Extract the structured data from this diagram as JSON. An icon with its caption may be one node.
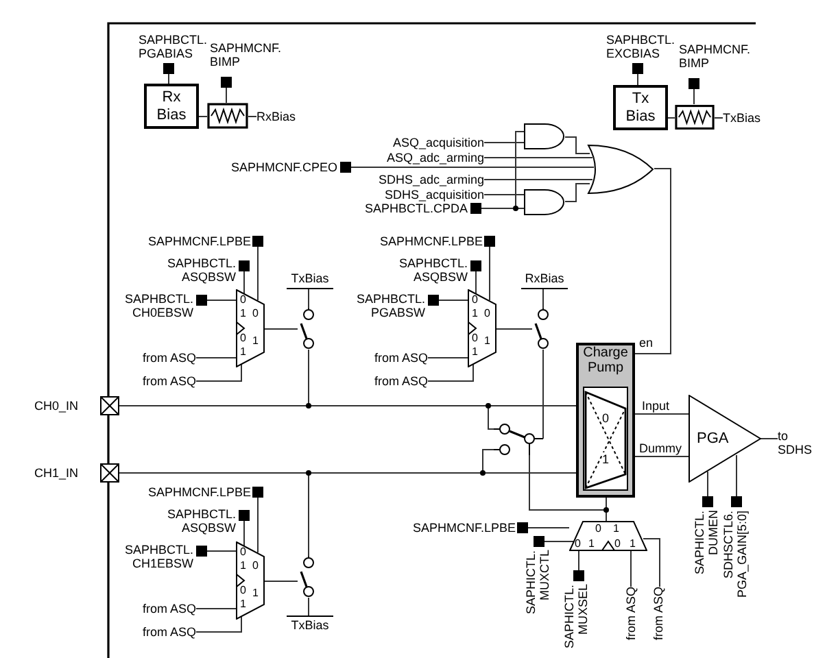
{
  "diagram": {
    "nodes": [
      {
        "text": [
          "Rx Bias"
        ]
      },
      {
        "text": [],
        "shape": "resistor"
      },
      {
        "text": [
          "SAPHBCTL. PGABIAS"
        ]
      },
      {
        "text": [
          "SAPHMCNF. BIMP"
        ]
      },
      {
        "text": [
          "RxBias"
        ]
      },
      {
        "text": [
          "Tx Bias"
        ]
      },
      {
        "text": [],
        "shape": "resistor"
      },
      {
        "text": [
          "SAPHBCTL. EXCBIAS"
        ]
      },
      {
        "text": [
          "SAPHMCNF. BIMP"
        ]
      },
      {
        "text": [
          "TxBias"
        ]
      },
      {
        "text": [],
        "shape": "gate"
      },
      {
        "text": [],
        "shape": "gate"
      },
      {
        "text": [],
        "shape": "gate"
      },
      {
        "text": [
          "ASQ_acquisition"
        ]
      },
      {
        "text": [
          "ASQ_adc_arming"
        ]
      },
      {
        "text": [
          "SAPHMCNF.CPEO"
        ]
      },
      {
        "text": [
          "SDHS_adc_arming"
        ]
      },
      {
        "text": [
          "SDHS_acquisition"
        ]
      },
      {
        "text": [
          "SAPHBCTL.CPDA"
        ]
      },
      {
        "text": [
          "SAPHMCNF.LPBE"
        ]
      },
      {
        "text": [
          "SAPHBCTL. ASQBSW"
        ]
      },
      {
        "text": [
          "SAPHBCTL. CH0EBSW"
        ]
      },
      {
        "text": [
          "0",
          "1",
          "0",
          "1",
          "0",
          "1"
        ]
      },
      {
        "text": [
          "from ASQ"
        ]
      },
      {
        "text": [
          "from ASQ"
        ]
      },
      {
        "text": [
          "TxBias"
        ]
      },
      {
        "text": [],
        "shape": "switch"
      },
      {
        "text": [
          "SAPHMCNF.LPBE"
        ]
      },
      {
        "text": [
          "SAPHBCTL. ASQBSW"
        ]
      },
      {
        "text": [
          "SAPHBCTL. PGABSW"
        ]
      },
      {
        "text": [
          "0",
          "1",
          "0",
          "1",
          "0",
          "1"
        ]
      },
      {
        "text": [
          "from ASQ"
        ]
      },
      {
        "text": [
          "from ASQ"
        ]
      },
      {
        "text": [
          "RxBias"
        ]
      },
      {
        "text": [],
        "shape": "switch"
      },
      {
        "text": [
          "CH0_IN"
        ]
      },
      {
        "text": [
          "CH1_IN"
        ]
      },
      {
        "text": [],
        "shape": "switch"
      },
      {
        "text": [
          "Charge Pump",
          "0",
          "1"
        ]
      },
      {
        "text": [
          "PGA"
        ]
      },
      {
        "text": [
          "to SDHS"
        ]
      },
      {
        "text": [
          "SAPHICTL. DUMEN"
        ]
      },
      {
        "text": [
          "SDHSCTL6. PGA_GAIN[5:0]"
        ]
      },
      {
        "text": [
          "0",
          "1",
          "0",
          "1",
          "0",
          "1"
        ]
      },
      {
        "text": [
          "SAPHMCNF.LPBE"
        ]
      },
      {
        "text": [
          "SAPHICTL. MUXCTL"
        ]
      },
      {
        "text": [
          "SAPHICTL. MUXSEL"
        ]
      },
      {
        "text": [
          "from ASQ"
        ]
      },
      {
        "text": [
          "from ASQ"
        ]
      },
      {
        "text": [
          "SAPHMCNF.LPBE"
        ]
      },
      {
        "text": [
          "SAPHBCTL. ASQBSW"
        ]
      },
      {
        "text": [
          "SAPHBCTL. CH1EBSW"
        ]
      },
      {
        "text": [
          "0",
          "1",
          "0",
          "1",
          "0",
          "1"
        ]
      },
      {
        "text": [
          "from ASQ"
        ]
      },
      {
        "text": [
          "from ASQ"
        ]
      },
      {
        "text": [],
        "shape": "switch"
      },
      {
        "text": [
          "TxBias"
        ]
      }
    ],
    "edges": [
      {
        "from": 2,
        "to": 0,
        "arrow": "none"
      },
      {
        "from": 3,
        "to": 1,
        "arrow": "none"
      },
      {
        "from": 0,
        "to": 1,
        "arrow": "none"
      },
      {
        "from": 1,
        "to": 4,
        "arrow": "none"
      },
      {
        "from": 7,
        "to": 5,
        "arrow": "none"
      },
      {
        "from": 8,
        "to": 6,
        "arrow": "none"
      },
      {
        "from": 5,
        "to": 6,
        "arrow": "none"
      },
      {
        "from": 6,
        "to": 9,
        "arrow": "none"
      },
      {
        "from": 13,
        "to": 10,
        "arrow": "none"
      },
      {
        "from": 18,
        "to": 10,
        "arrow": "none"
      },
      {
        "from": 14,
        "to": 12,
        "arrow": "none"
      },
      {
        "from": 15,
        "to": 12,
        "arrow": "none"
      },
      {
        "from": 16,
        "to": 12,
        "arrow": "none"
      },
      {
        "from": 17,
        "to": 11,
        "arrow": "none"
      },
      {
        "from": 18,
        "to": 11,
        "arrow": "none"
      },
      {
        "from": 10,
        "to": 12,
        "arrow": "none"
      },
      {
        "from": 11,
        "to": 12,
        "arrow": "none"
      },
      {
        "from": 12,
        "to": 38,
        "arrow": "none",
        "label": "en"
      },
      {
        "from": 19,
        "to": 22,
        "arrow": "none"
      },
      {
        "from": 20,
        "to": 22,
        "arrow": "none"
      },
      {
        "from": 21,
        "to": 22,
        "arrow": "none"
      },
      {
        "from": 23,
        "to": 22,
        "arrow": "none"
      },
      {
        "from": 24,
        "to": 22,
        "arrow": "none"
      },
      {
        "from": 22,
        "to": 26,
        "arrow": "none"
      },
      {
        "from": 25,
        "to": 26,
        "arrow": "none"
      },
      {
        "from": 35,
        "to": 26,
        "arrow": "none"
      },
      {
        "from": 27,
        "to": 30,
        "arrow": "none"
      },
      {
        "from": 28,
        "to": 30,
        "arrow": "none"
      },
      {
        "from": 29,
        "to": 30,
        "arrow": "none"
      },
      {
        "from": 31,
        "to": 30,
        "arrow": "none"
      },
      {
        "from": 32,
        "to": 30,
        "arrow": "none"
      },
      {
        "from": 30,
        "to": 34,
        "arrow": "none"
      },
      {
        "from": 33,
        "to": 34,
        "arrow": "none"
      },
      {
        "from": 34,
        "to": 37,
        "arrow": "none"
      },
      {
        "from": 35,
        "to": 37,
        "arrow": "none"
      },
      {
        "from": 35,
        "to": 38,
        "arrow": "none"
      },
      {
        "from": 36,
        "to": 37,
        "arrow": "none"
      },
      {
        "from": 36,
        "to": 38,
        "arrow": "none"
      },
      {
        "from": 38,
        "to": 39,
        "arrow": "none",
        "label": "Input"
      },
      {
        "from": 38,
        "to": 39,
        "arrow": "none",
        "label": "Dummy"
      },
      {
        "from": 39,
        "to": 40,
        "arrow": "none"
      },
      {
        "from": 41,
        "to": 39,
        "arrow": "none"
      },
      {
        "from": 42,
        "to": 39,
        "arrow": "none"
      },
      {
        "from": 44,
        "to": 43,
        "arrow": "none"
      },
      {
        "from": 45,
        "to": 43,
        "arrow": "none"
      },
      {
        "from": 46,
        "to": 43,
        "arrow": "none"
      },
      {
        "from": 47,
        "to": 43,
        "arrow": "none"
      },
      {
        "from": 48,
        "to": 43,
        "arrow": "none"
      },
      {
        "from": 43,
        "to": 38,
        "arrow": "none"
      },
      {
        "from": 43,
        "to": 37,
        "arrow": "none"
      },
      {
        "from": 49,
        "to": 52,
        "arrow": "none"
      },
      {
        "from": 50,
        "to": 52,
        "arrow": "none"
      },
      {
        "from": 51,
        "to": 52,
        "arrow": "none"
      },
      {
        "from": 53,
        "to": 52,
        "arrow": "none"
      },
      {
        "from": 54,
        "to": 52,
        "arrow": "none"
      },
      {
        "from": 52,
        "to": 55,
        "arrow": "none"
      },
      {
        "from": 36,
        "to": 55,
        "arrow": "none"
      },
      {
        "from": 55,
        "to": 56,
        "arrow": "none"
      }
    ]
  }
}
